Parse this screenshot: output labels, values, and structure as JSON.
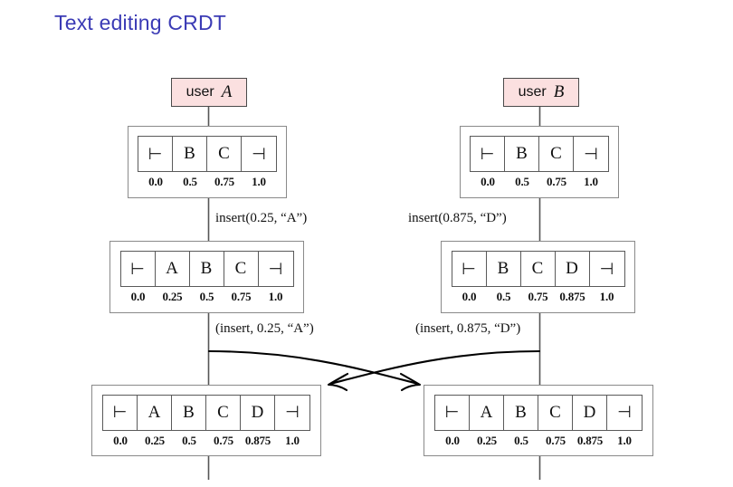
{
  "slide": {
    "title": "Text editing CRDT",
    "title_color": "#3b3bb5"
  },
  "colors": {
    "actor_fill": "#fbe0e0",
    "actor_border": "#4a4a4a",
    "box_border": "#8a8a8a",
    "cell_border": "#5a5a5a",
    "line": "#555555",
    "arrow": "#000000"
  },
  "actors": [
    {
      "label": "user",
      "name": "A"
    },
    {
      "label": "user",
      "name": "B"
    }
  ],
  "states": {
    "left_top": {
      "cells": [
        "⊢",
        "B",
        "C",
        "⊣"
      ],
      "ticks": [
        "0.0",
        "0.5",
        "0.75",
        "1.0"
      ]
    },
    "right_top": {
      "cells": [
        "⊢",
        "B",
        "C",
        "⊣"
      ],
      "ticks": [
        "0.0",
        "0.5",
        "0.75",
        "1.0"
      ]
    },
    "left_mid": {
      "cells": [
        "⊢",
        "A",
        "B",
        "C",
        "⊣"
      ],
      "ticks": [
        "0.0",
        "0.25",
        "0.5",
        "0.75",
        "1.0"
      ]
    },
    "right_mid": {
      "cells": [
        "⊢",
        "B",
        "C",
        "D",
        "⊣"
      ],
      "ticks": [
        "0.0",
        "0.5",
        "0.75",
        "0.875",
        "1.0"
      ]
    },
    "left_bottom": {
      "cells": [
        "⊢",
        "A",
        "B",
        "C",
        "D",
        "⊣"
      ],
      "ticks": [
        "0.0",
        "0.25",
        "0.5",
        "0.75",
        "0.875",
        "1.0"
      ]
    },
    "right_bottom": {
      "cells": [
        "⊢",
        "A",
        "B",
        "C",
        "D",
        "⊣"
      ],
      "ticks": [
        "0.0",
        "0.25",
        "0.5",
        "0.75",
        "0.875",
        "1.0"
      ]
    }
  },
  "operations": {
    "left_local": "insert(0.25, “A”)",
    "right_local": "insert(0.875, “D”)",
    "left_message": "(insert, 0.25, “A”)",
    "right_message": "(insert, 0.875, “D”)"
  }
}
